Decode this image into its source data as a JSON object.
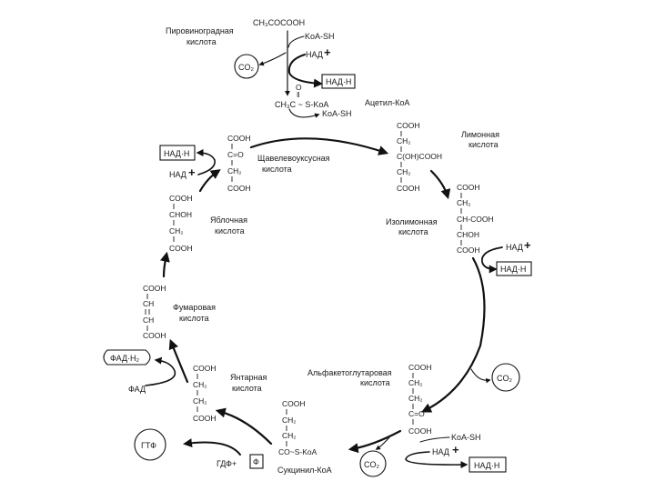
{
  "compounds": {
    "pyruvate": {
      "formula": "CH₃COCOOH",
      "name_line1": "Пировиноградная",
      "name_line2": "кислота"
    },
    "acetyl_coa": {
      "formula_top": "O",
      "formula_mid": "‖",
      "formula": "CH₃C ~ S-KoA",
      "name": "Ацетил-КоА"
    },
    "oxaloacetate": {
      "l1": "COOH",
      "l2": "C=O",
      "l3": "CH₂",
      "l4": "COOH",
      "name_line1": "Щавелевоуксусная",
      "name_line2": "кислота"
    },
    "citrate": {
      "l1": "COOH",
      "l2": "CH₂",
      "l3": "C(OH)COOH",
      "l4": "CH₂",
      "l5": "COOH",
      "name_line1": "Лимонная",
      "name_line2": "кислота"
    },
    "isocitrate": {
      "l1": "COOH",
      "l2": "CH₂",
      "l3": "CH-COOH",
      "l4": "CHOH",
      "l5": "COOH",
      "name_line1": "Изолимонная",
      "name_line2": "кислота"
    },
    "alpha_ketoglutarate": {
      "l1": "COOH",
      "l2": "CH₂",
      "l3": "CH₂",
      "l4": "C=O",
      "l5": "COOH",
      "name_line1": "Альфакетоглутаровая",
      "name_line2": "кислота"
    },
    "succinyl_coa": {
      "l1": "COOH",
      "l2": "CH₂",
      "l3": "CH₂",
      "l4": "CO~S-KoA",
      "name": "Сукцинил-КоА"
    },
    "succinate": {
      "l1": "COOH",
      "l2": "CH₂",
      "l3": "CH₂",
      "l4": "COOH",
      "name_line1": "Янтарная",
      "name_line2": "кислота"
    },
    "fumarate": {
      "l1": "COOH",
      "l2": "CH",
      "l3": "CH",
      "l4": "COOH",
      "name_line1": "Фумаровая",
      "name_line2": "кислота"
    },
    "malate": {
      "l1": "COOH",
      "l2": "CHOH",
      "l3": "CH₂",
      "l4": "COOH",
      "name_line1": "Яблочная",
      "name_line2": "кислота"
    }
  },
  "cofactors": {
    "koa_sh_top": "KoA-SH",
    "nad_top": "НАД",
    "nadh_top": "НАД·Н",
    "co2_top": "CO₂",
    "nadh_left": "НАД·Н",
    "nad_left": "НАД",
    "nad_right": "НАД",
    "nadh_right": "НАД·Н",
    "co2_right": "CO₂",
    "koa_sh_bottom": "KoA-SH",
    "nad_bottom": "НАД",
    "nadh_bottom": "НАД·Н",
    "co2_bottom": "CO₂",
    "gdf": "ГДФ+",
    "phosphate": "Ф",
    "gtf": "ГТФ",
    "fadh2": "ФАД·Н₂",
    "fad": "ФАД",
    "plus": "+"
  }
}
